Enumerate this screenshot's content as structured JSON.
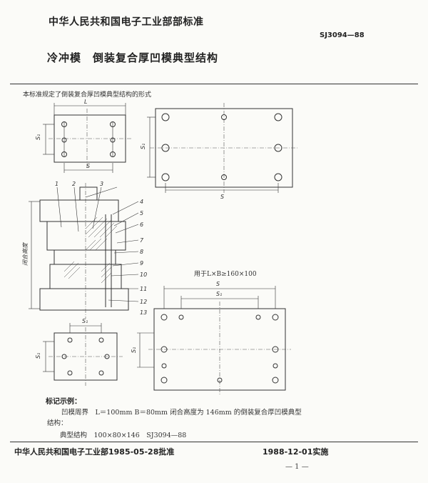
{
  "header": {
    "standard_body": "中华人民共和国电子工业部部标准",
    "standard_code": "SJ3094—88",
    "title": "冷冲模　倒装复合厚凹模典型结构"
  },
  "intro_text": "本标准规定了倒装复合厚凹模典型结构的形式",
  "drawing": {
    "dim_L": "L",
    "dim_S": "S",
    "dim_S1": "S₁",
    "height_label": "闭合高度",
    "part_numbers": [
      "1",
      "2",
      "3",
      "4",
      "5",
      "6",
      "7",
      "8",
      "9",
      "10",
      "11",
      "12",
      "13"
    ],
    "caption": "用于L×B≥160×100"
  },
  "example": {
    "heading": "标记示例：",
    "line1": "凹模周界　L＝100mm B＝80mm 闭合高度为 146mm 的倒装复合厚凹模典型",
    "line2": "结构：",
    "line3": "典型结构　100×80×146　SJ3094—88"
  },
  "footer": {
    "approved": "中华人民共和国电子工业部1985-05-28批准",
    "effective": "1988-12-01实施",
    "page": "— 1 —"
  }
}
